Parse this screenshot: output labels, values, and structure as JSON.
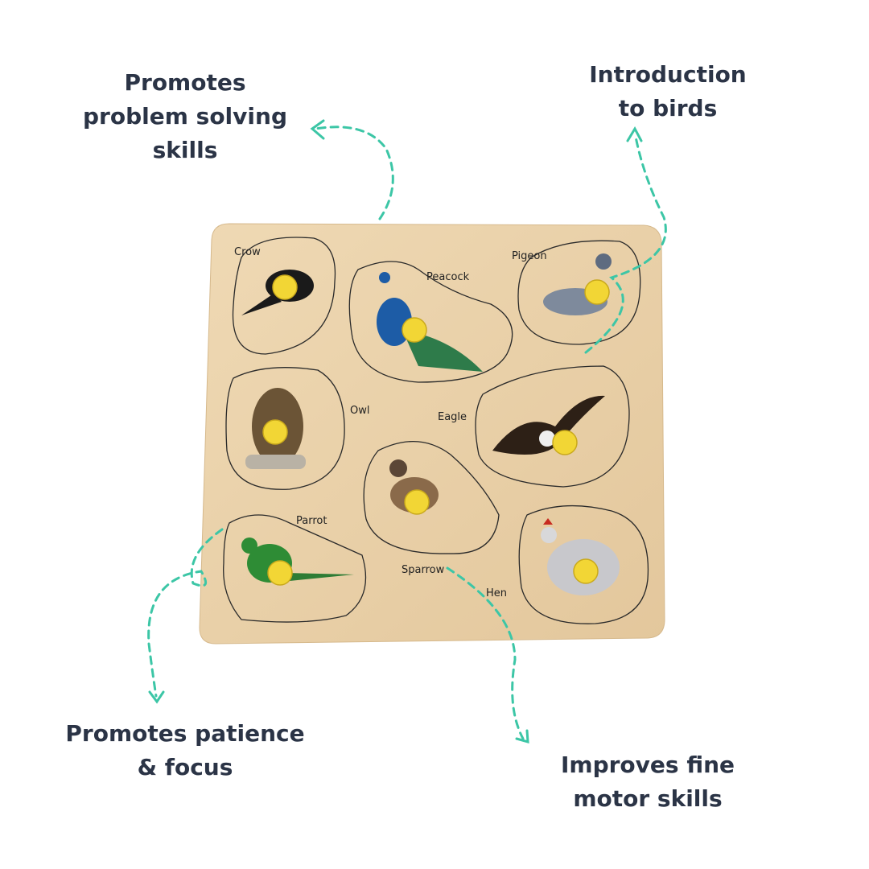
{
  "callouts": {
    "problem_solving": "Promotes problem solving skills",
    "birds": "Introduction to birds",
    "patience": "Promotes patience & focus",
    "motor": "Improves fine motor skills"
  },
  "birds": [
    "Crow",
    "Peacock",
    "Pigeon",
    "Owl",
    "Eagle",
    "Sparrow",
    "Parrot",
    "Hen"
  ],
  "colors": {
    "text": "#2b3446",
    "accent": "#3cc6a6",
    "wood": "#ead3ad",
    "knob": "#f2d635"
  }
}
